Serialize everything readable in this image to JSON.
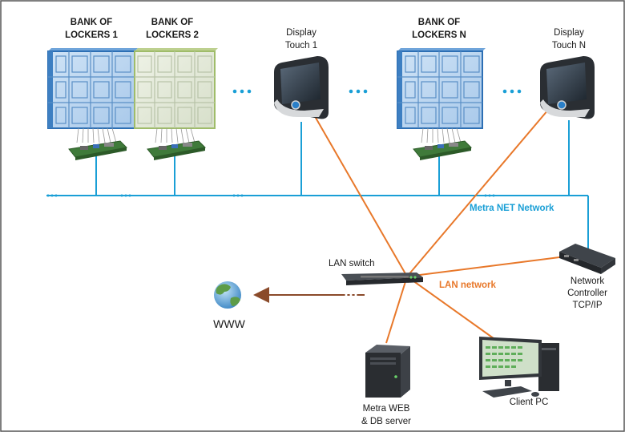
{
  "labels": {
    "bank1": [
      "BANK OF",
      "LOCKERS 1"
    ],
    "bank2": [
      "BANK OF",
      "LOCKERS 2"
    ],
    "bankN": [
      "BANK OF",
      "LOCKERS N"
    ],
    "display1": [
      "Display",
      "Touch 1"
    ],
    "displayN": [
      "Display",
      "Touch N"
    ],
    "metra_net": "Metra NET Network",
    "lan_switch": "LAN switch",
    "lan_network": "LAN network",
    "controller": [
      "Network",
      "Controller",
      "TCP/IP"
    ],
    "www": "WWW",
    "server": [
      "Metra WEB",
      "& DB server"
    ],
    "client": "Client PC"
  },
  "colors": {
    "metra_net_line": "#1a9fd6",
    "lan_line": "#e8782a",
    "www_arrow": "#8a4a2a",
    "locker_blue": "#4a8fd0",
    "locker_green": "#9fbc6a"
  }
}
